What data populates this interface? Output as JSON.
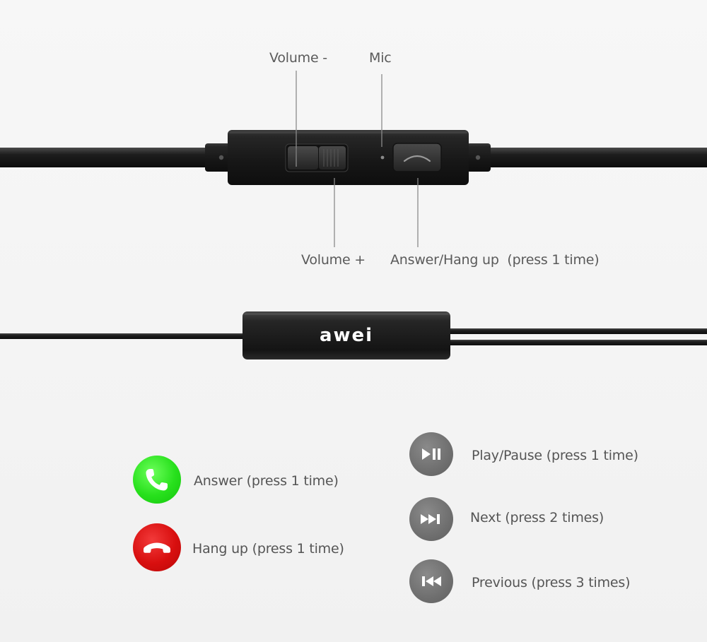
{
  "diagram": {
    "labels": {
      "volume_minus": "Volume -",
      "mic": "Mic",
      "volume_plus": "Volume +",
      "answer_hang_up": "Answer/Hang up  (press 1 time)"
    },
    "brand_logo": "awei",
    "colors": {
      "background": "#f4f4f4",
      "remote_body": "#1e1e1e",
      "answer_green": "#27e01c",
      "hangup_red": "#d80f0f",
      "media_gray": "#737373",
      "label_text": "#5a5a5a"
    }
  },
  "legend": {
    "call_controls": [
      {
        "icon": "phone-answer-icon",
        "label": "Answer (press 1 time)"
      },
      {
        "icon": "phone-hangup-icon",
        "label": "Hang up (press 1 time)"
      }
    ],
    "media_controls": [
      {
        "icon": "play-pause-icon",
        "label": "Play/Pause (press 1 time)"
      },
      {
        "icon": "next-track-icon",
        "label": "Next (press 2 times)"
      },
      {
        "icon": "previous-track-icon",
        "label": "Previous (press 3 times)"
      }
    ]
  }
}
